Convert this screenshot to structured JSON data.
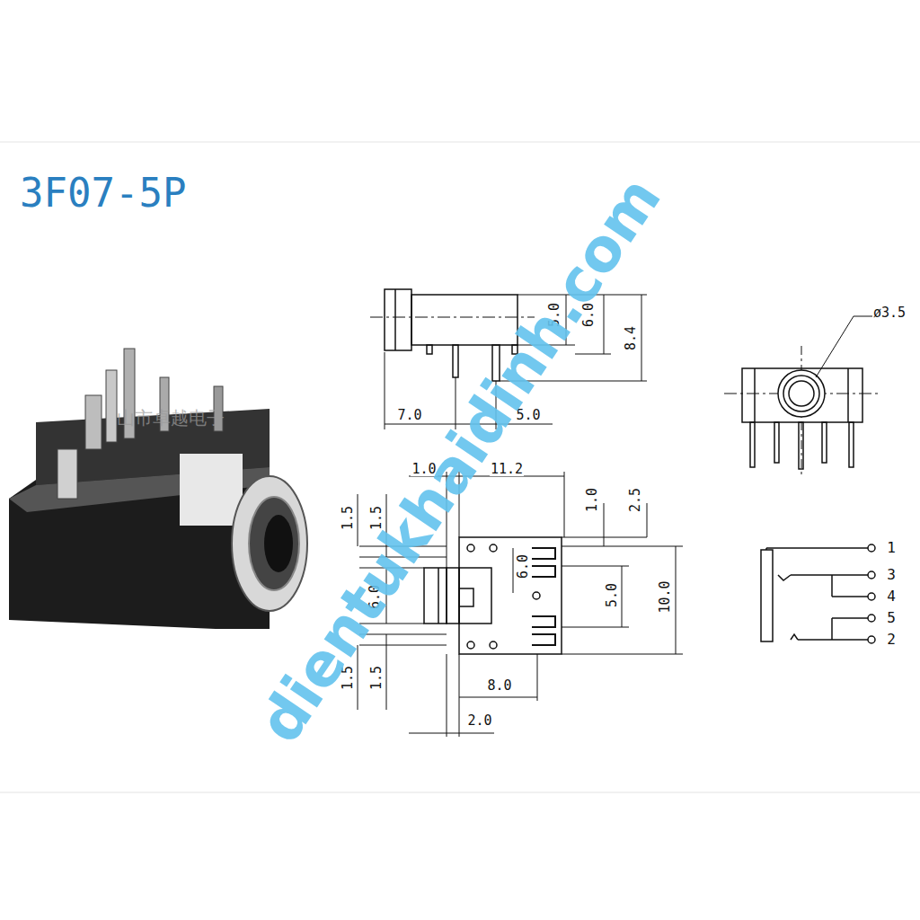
{
  "diagram": {
    "title": "3F07-5P",
    "labels": [
      "5.0",
      "6.0",
      "8.4",
      "7.0",
      "5.0",
      "ø3.5",
      "1.0",
      "11.2",
      "1.0",
      "2.5",
      "1.5",
      "1.5",
      "6.0",
      "6.0",
      "5.0",
      "10.0",
      "1.5",
      "1.5",
      "8.0",
      "2.0",
      "1",
      "3",
      "4",
      "5",
      "2",
      "dientukhaidinh.com",
      "山市卓越电子"
    ]
  }
}
